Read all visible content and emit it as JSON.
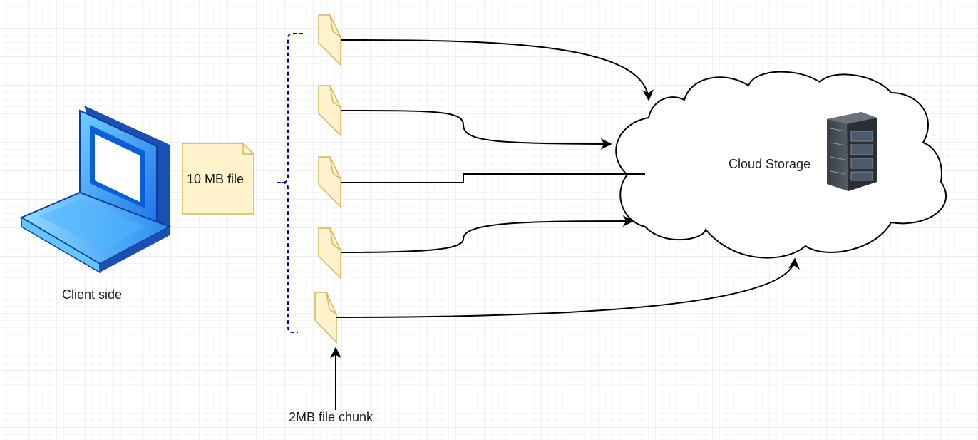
{
  "diagram": {
    "client_label": "Client side",
    "file_label": "10 MB file",
    "cloud_label": "Cloud Storage",
    "chunk_label": "2MB file chunk",
    "chunk_count": 5
  },
  "colors": {
    "laptop_blue": "#1e90ff",
    "laptop_dark": "#1a4fb3",
    "file_fill": "#fff2cc",
    "file_stroke": "#d6b656",
    "brace": "#00008b",
    "arrow": "#000000",
    "server_dark": "#1c1f24"
  },
  "icons": {
    "laptop": "laptop-icon",
    "file": "document-icon",
    "cloud": "cloud-icon",
    "server": "server-rack-icon"
  }
}
